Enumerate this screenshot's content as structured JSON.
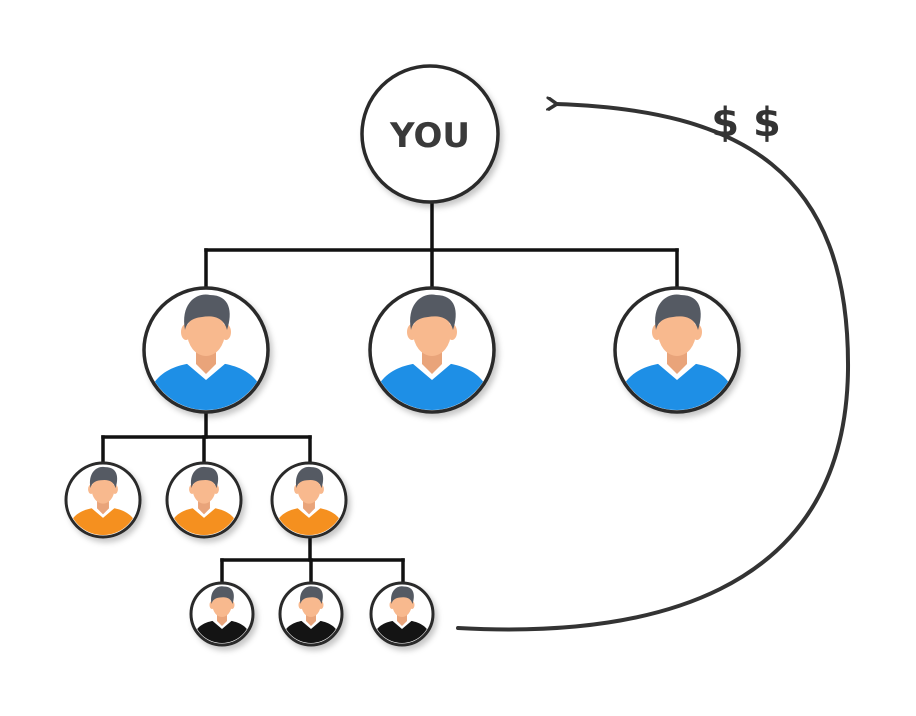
{
  "root": {
    "label": "YOU"
  },
  "money": {
    "label": "$ $"
  },
  "colors": {
    "level1_shirt": "#1e8fe6",
    "level2_shirt": "#f5901f",
    "level3_shirt": "#141414",
    "skin": "#f8b98e",
    "hair": "#555a63",
    "collar": "#ffffff",
    "line": "#111111"
  },
  "hierarchy": [
    {
      "level": 1,
      "members": 3,
      "shirt": "level1_shirt"
    },
    {
      "level": 2,
      "members": 3,
      "shirt": "level2_shirt"
    },
    {
      "level": 3,
      "members": 3,
      "shirt": "level3_shirt"
    }
  ]
}
